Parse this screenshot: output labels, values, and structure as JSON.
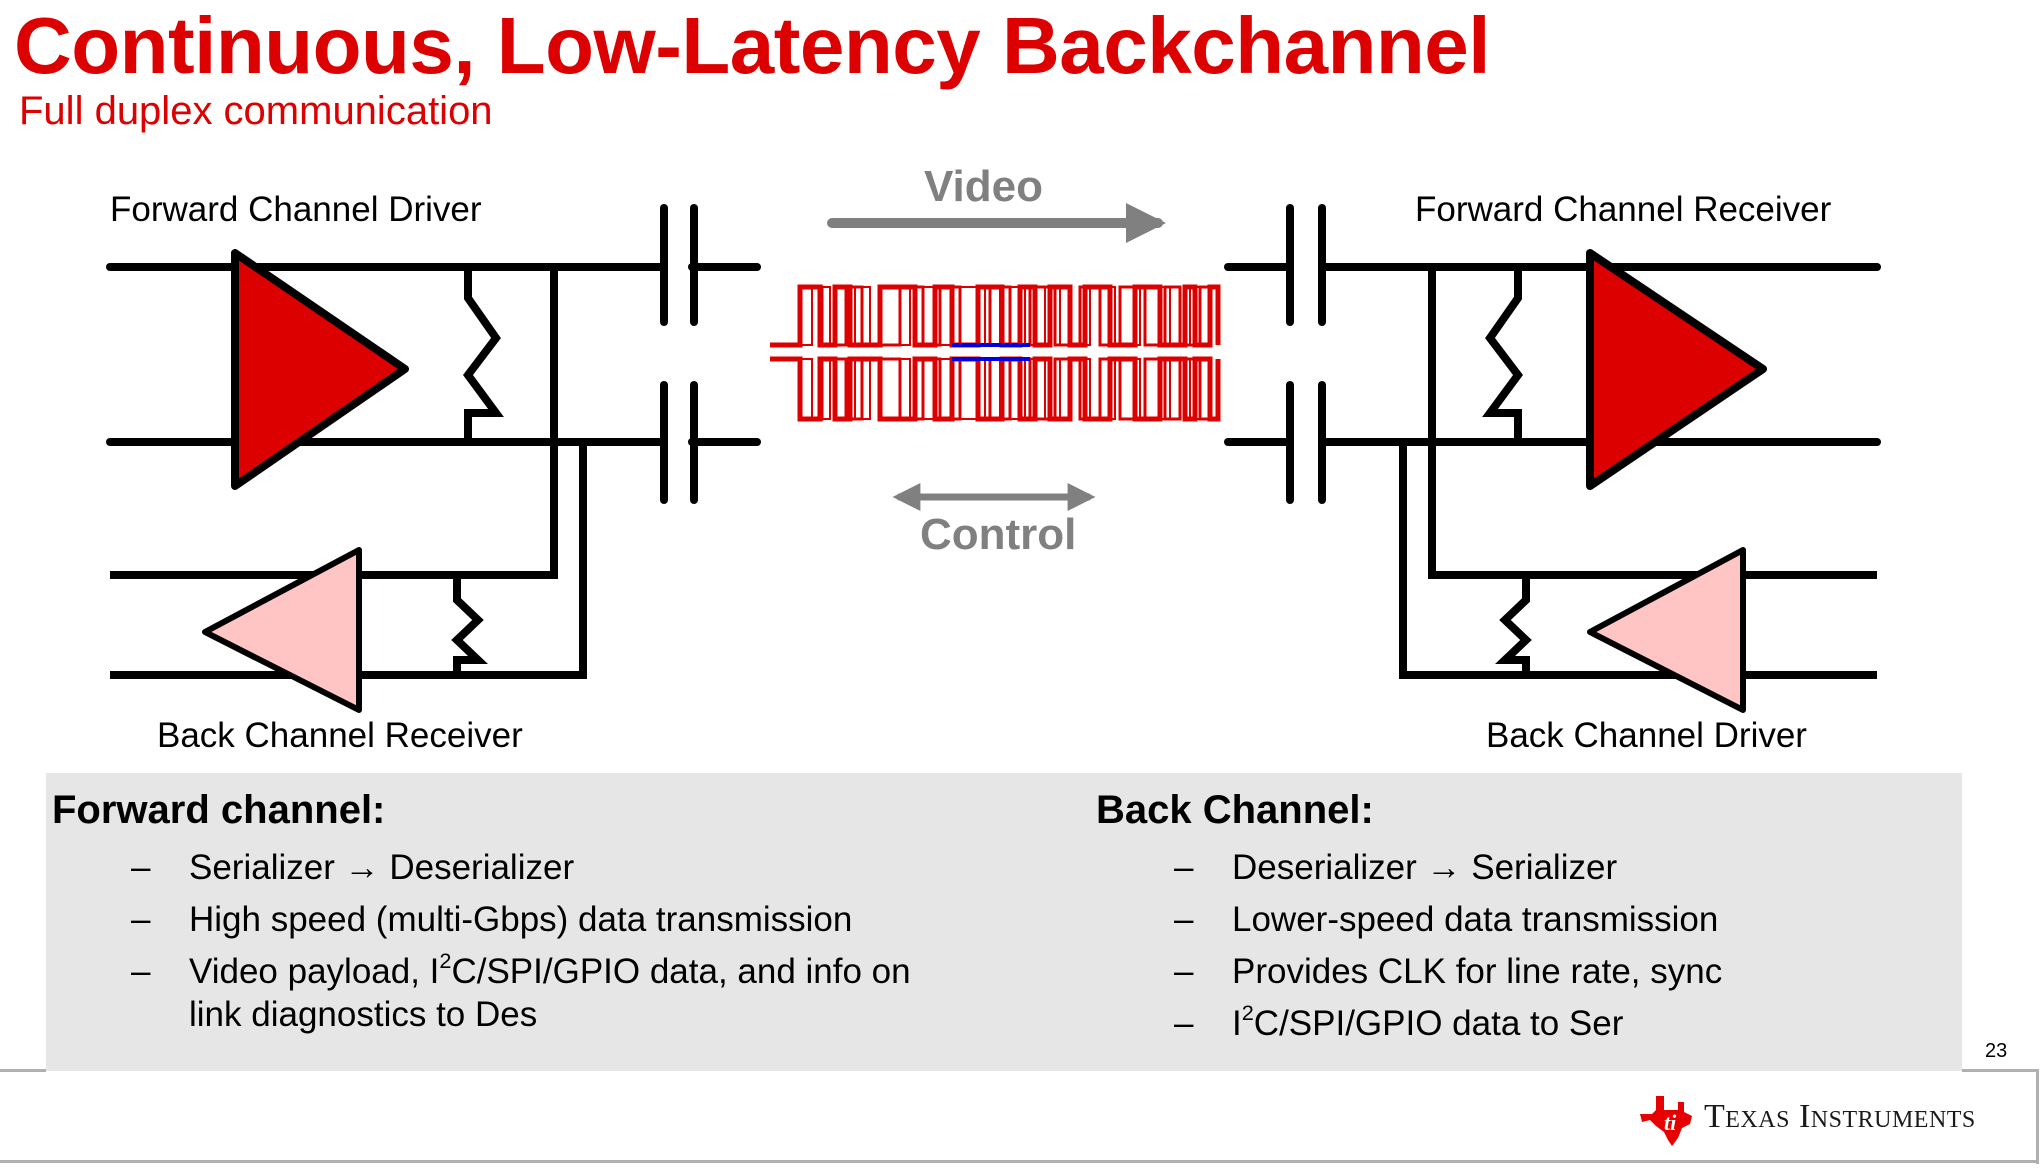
{
  "slide": {
    "title": "Continuous, Low-Latency Backchannel",
    "subtitle": "Full duplex communication",
    "page_number": "23"
  },
  "diagram": {
    "labels": {
      "forward_channel_driver": "Forward Channel Driver",
      "forward_channel_receiver": "Forward Channel Receiver",
      "back_channel_receiver": "Back Channel Receiver",
      "back_channel_driver": "Back Channel Driver",
      "video": "Video",
      "control": "Control"
    },
    "colors": {
      "forward_amplifier": "#dc0000",
      "back_amplifier": "#ffc4c4",
      "wire": "#000000",
      "arrow": "#808080",
      "signal": "#dc0000",
      "signal_backchannel": "#0000e0"
    }
  },
  "panels": {
    "forward": {
      "heading": "Forward channel:",
      "bullets": [
        {
          "dash": "–",
          "text": "Serializer → Deserializer"
        },
        {
          "dash": "–",
          "text": "High speed (multi-Gbps) data transmission"
        },
        {
          "dash": "–",
          "text_pre": "Video payload, I",
          "sup": "2",
          "text_post": "C/SPI/GPIO data, and info on",
          "continuation": "link diagnostics to Des"
        }
      ]
    },
    "back": {
      "heading": "Back Channel:",
      "bullets": [
        {
          "dash": "–",
          "text": "Deserializer → Serializer"
        },
        {
          "dash": "–",
          "text": "Lower-speed data transmission"
        },
        {
          "dash": "–",
          "text": "Provides CLK for line rate, sync"
        },
        {
          "dash": "–",
          "text_pre": "I",
          "sup": "2",
          "text_post": "C/SPI/GPIO data to Ser"
        }
      ]
    }
  },
  "footer": {
    "brand": "Texas Instruments",
    "logo": "ti-logo-icon"
  }
}
